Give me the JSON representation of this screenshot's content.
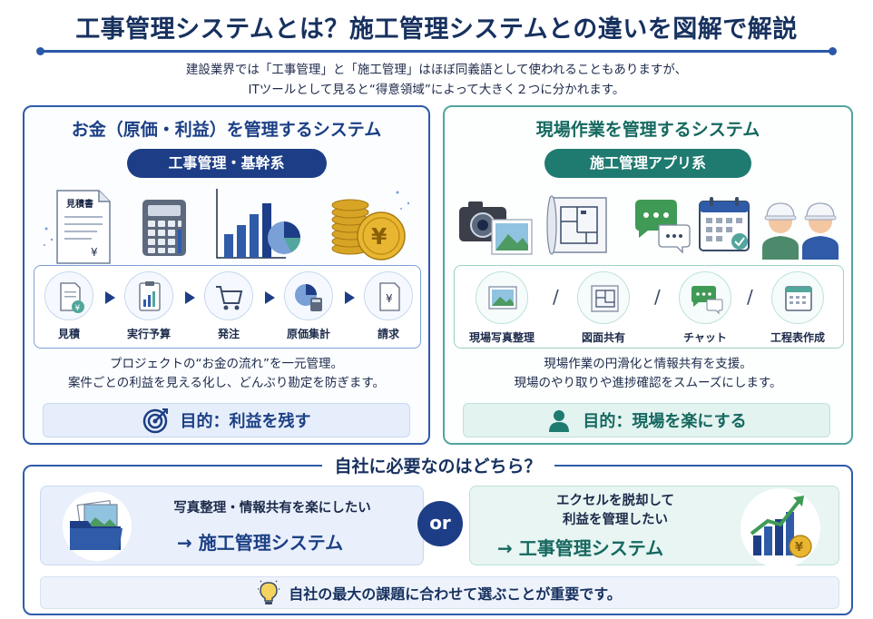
{
  "title": "工事管理システムとは？施工管理システムとの違いを図解で解説",
  "intro": [
    "建設業界では「工事管理」と「施工管理」はほぼ同義語として使われることもありますが、",
    "ITツールとして見ると“得意領域”によって大きく２つに分かれます。"
  ],
  "left_panel": {
    "heading": "お金（原価・利益）を管理するシステム",
    "pill": "工事管理・基幹系",
    "icons": [
      "estimate-document-icon",
      "calculator-icon",
      "bar-chart-icon",
      "coins-icon"
    ],
    "estimate_doc_title": "見積書",
    "yen": "¥",
    "steps": [
      "見積",
      "実行予算",
      "発注",
      "原価集計",
      "請求"
    ],
    "desc": [
      "プロジェクトの“お金の流れ”を一元管理。",
      "案件ごとの利益を見える化し、どんぶり勘定を防ぎます。"
    ],
    "goal": "目的：利益を残す",
    "accent": "#2f5ba9"
  },
  "right_panel": {
    "heading": "現場作業を管理するシステム",
    "pill": "施工管理アプリ系",
    "icons": [
      "camera-icon",
      "blueprint-icon",
      "chat-icon",
      "calendar-icon",
      "workers-icon"
    ],
    "steps": [
      "現場写真整理",
      "図面共有",
      "チャット",
      "工程表作成"
    ],
    "separator": "/",
    "desc": [
      "現場作業の円滑化と情報共有を支援。",
      "現場のやり取りや進捗確認をスムーズにします。"
    ],
    "goal": "目的：現場を楽にする",
    "accent": "#52a69c"
  },
  "bottom": {
    "heading": "自社に必要なのはどちら？",
    "option_a": {
      "sub": "写真整理・情報共有を楽にしたい",
      "result": "→ 施工管理システム"
    },
    "or": "or",
    "option_b": {
      "sub": [
        "エクセルを脱却して",
        "利益を管理したい"
      ],
      "result": "→ 工事管理システム"
    },
    "tip": "自社の最大の課題に合わせて選ぶことが重要です。"
  }
}
